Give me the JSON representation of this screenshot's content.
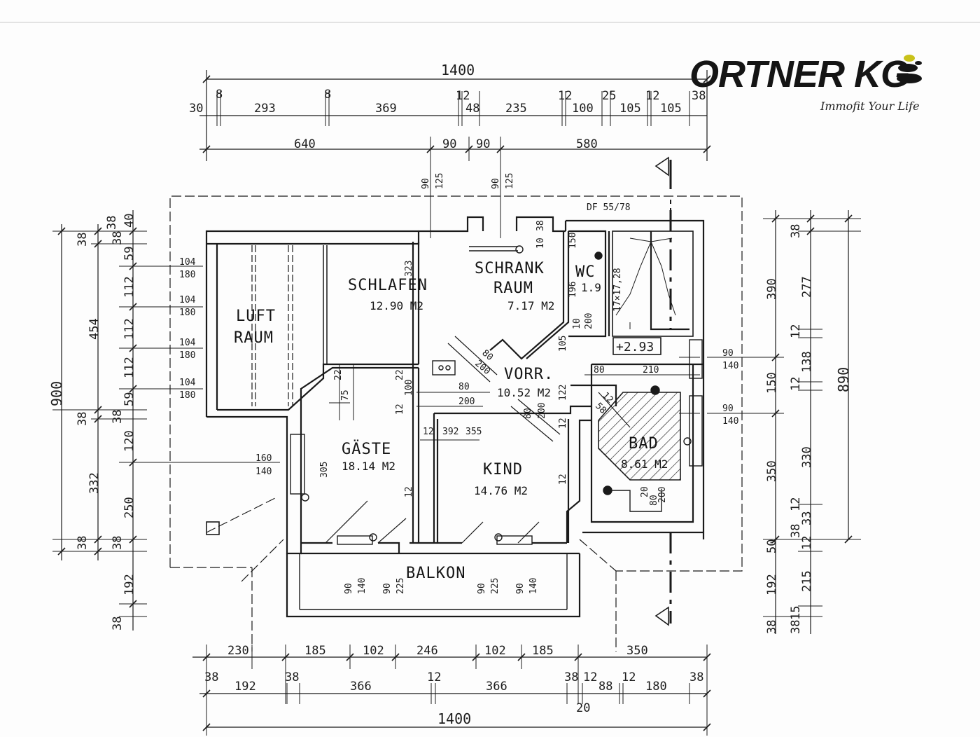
{
  "logo": {
    "name": "ORTNER KG",
    "tagline": "Immofit Your Life",
    "colors": {
      "text": "#151515",
      "accent": "#c9c21a"
    }
  },
  "plan": {
    "top_overall": "1400",
    "bottom_overall": "1400",
    "top_row1": [
      "30",
      "8",
      "293",
      "8",
      "369",
      "12",
      "48",
      "235",
      "12",
      "100",
      "25",
      "105",
      "12",
      "105",
      "38"
    ],
    "top_row2": [
      "640",
      "90",
      "90",
      "580"
    ],
    "top_vertical": [
      "90",
      "125",
      "90",
      "125"
    ],
    "df_label": "DF 55/78",
    "rooms": {
      "schlafen": {
        "name": "SCHLAFEN",
        "area": "12.90 M2"
      },
      "schrank": {
        "name1": "SCHRANK",
        "name2": "RAUM",
        "area": "7.17 M2"
      },
      "wc": {
        "name": "WC",
        "area": "1.9"
      },
      "luft": {
        "name1": "LUFT",
        "name2": "RAUM"
      },
      "vorr": {
        "name": "VORR.",
        "area": "10.52 M2"
      },
      "gaeste": {
        "name": "GÄSTE",
        "area": "18.14 M2"
      },
      "kind": {
        "name": "KIND",
        "area": "14.76 M2"
      },
      "bad": {
        "name": "BAD",
        "area": "8.61 M2"
      },
      "balkon": {
        "name": "BALKON"
      }
    },
    "level": "+2.93",
    "stairs": "17×17,28",
    "left_outer": [
      "900"
    ],
    "left_mid": [
      "38",
      "454",
      "38",
      "332",
      "38"
    ],
    "left_inner": [
      "38",
      "59",
      "112",
      "112",
      "112",
      "59",
      "38",
      "120",
      "250",
      "38",
      "192",
      "38"
    ],
    "left_top": [
      "38",
      "40"
    ],
    "window_fracs": [
      "104",
      "180",
      "104",
      "180",
      "104",
      "180",
      "104",
      "180",
      "160",
      "140"
    ],
    "right_outer": [
      "890"
    ],
    "right_mid": [
      "390",
      "150",
      "350",
      "50",
      "192",
      "38"
    ],
    "right_inner": [
      "38",
      "277",
      "12",
      "138",
      "12",
      "330",
      "12",
      "33",
      "38",
      "12",
      "215",
      "15",
      "38"
    ],
    "right_windows": [
      "90",
      "140",
      "90",
      "140"
    ],
    "inner_dims": [
      "323",
      "10",
      "38",
      "150",
      "196",
      "10",
      "200",
      "105",
      "122",
      "80",
      "210",
      "22",
      "22",
      "75",
      "100",
      "12",
      "80",
      "200",
      "80",
      "200",
      "80",
      "200",
      "12",
      "58",
      "12",
      "392",
      "355",
      "305",
      "12",
      "12",
      "12",
      "20",
      "80",
      "200"
    ],
    "balkon_dims": [
      "90",
      "140",
      "90",
      "225",
      "90",
      "225",
      "90",
      "140"
    ],
    "bottom_row1": [
      "230",
      "185",
      "102",
      "246",
      "102",
      "185",
      "350"
    ],
    "bottom_row2": [
      "38",
      "192",
      "38",
      "366",
      "12",
      "366",
      "38",
      "12",
      "88",
      "12",
      "180",
      "38"
    ],
    "bottom_sub": "20"
  }
}
